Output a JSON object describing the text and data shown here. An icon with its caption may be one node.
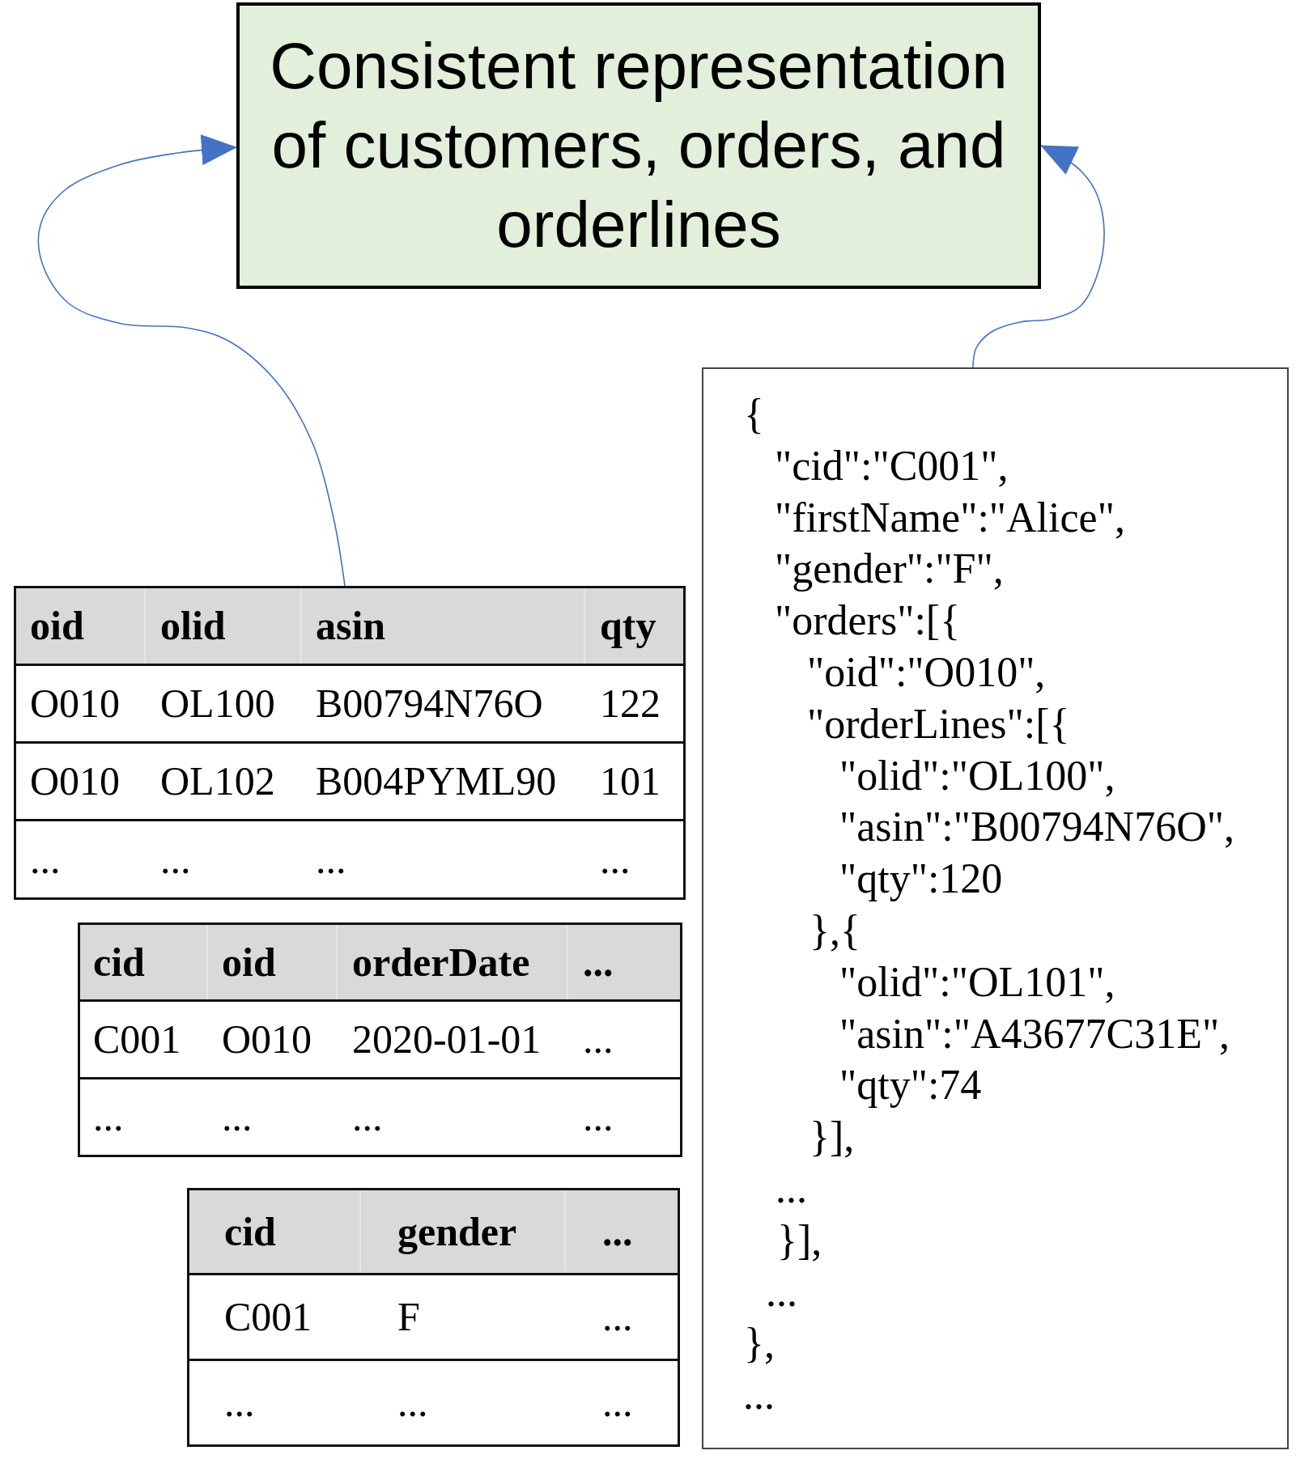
{
  "diagram": {
    "nodes": [
      {
        "text": [
          "Consistent representation of customers, orders, and orderlines"
        ]
      },
      {
        "text": [
          "oid",
          "olid",
          "asin",
          "qty",
          "O010",
          "OL100",
          "B00794N76O",
          "122",
          "O010",
          "OL102",
          "B004PYML90",
          "101",
          "...",
          "...",
          "...",
          "..."
        ]
      },
      {
        "text": [
          "cid",
          "oid",
          "orderDate",
          "...",
          "C001",
          "O010",
          "2020-01-01",
          "...",
          "...",
          "...",
          "...",
          "..."
        ]
      },
      {
        "text": [
          "cid",
          "gender",
          "...",
          "C001",
          "F",
          "...",
          "...",
          "...",
          "..."
        ]
      },
      {
        "text": [
          "{",
          "\"cid\":\"C001\",",
          "\"firstName\":\"Alice\",",
          "\"gender\":\"F\",",
          "\"orders\":[{",
          "\"oid\":\"O010\",",
          "\"orderLines\":[{",
          "\"olid\":\"OL100\",",
          "\"asin\":\"B00794N76O\",",
          "\"qty\":120",
          "},{",
          "\"olid\":\"OL101\",",
          "\"asin\":\"A43677C31E\",",
          "\"qty\":74",
          "}],",
          "...",
          "}],",
          "...",
          "},",
          "..."
        ]
      }
    ],
    "edges": [
      {
        "from": 1,
        "to": 0,
        "arrow": "to"
      },
      {
        "from": 4,
        "to": 0,
        "arrow": "to"
      }
    ]
  }
}
